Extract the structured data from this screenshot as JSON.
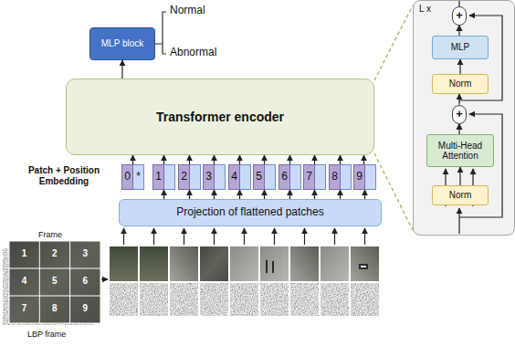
{
  "diagram": {
    "nodes": [
      {
        "text": [
          "MLP block"
        ]
      },
      {
        "text": [
          "Transformer encoder"
        ]
      },
      {
        "text": [
          "0",
          "*"
        ]
      },
      {
        "text": [
          "1"
        ]
      },
      {
        "text": [
          "2"
        ]
      },
      {
        "text": [
          "3"
        ]
      },
      {
        "text": [
          "4"
        ]
      },
      {
        "text": [
          "5"
        ]
      },
      {
        "text": [
          "6"
        ]
      },
      {
        "text": [
          "7"
        ]
      },
      {
        "text": [
          "8"
        ]
      },
      {
        "text": [
          "9"
        ]
      },
      {
        "text": [
          "Projection of flattened patches"
        ]
      },
      {
        "text": [
          "L x"
        ]
      },
      {
        "text": [
          "+"
        ],
        "in": 13
      },
      {
        "text": [
          "MLP"
        ],
        "in": 13
      },
      {
        "text": [
          "Norm"
        ],
        "in": 13
      },
      {
        "text": [
          "+"
        ],
        "in": 13
      },
      {
        "text": [
          "Multi-Head Attention"
        ],
        "in": 13
      },
      {
        "text": [
          "Norm"
        ],
        "in": 13
      }
    ],
    "edges": [
      {
        "from": 1,
        "to": 0,
        "arrow": "to"
      },
      {
        "from": 2,
        "to": 1,
        "arrow": "to"
      },
      {
        "from": 3,
        "to": 1,
        "arrow": "to"
      },
      {
        "from": 4,
        "to": 1,
        "arrow": "to"
      },
      {
        "from": 5,
        "to": 1,
        "arrow": "to"
      },
      {
        "from": 6,
        "to": 1,
        "arrow": "to"
      },
      {
        "from": 7,
        "to": 1,
        "arrow": "to"
      },
      {
        "from": 8,
        "to": 1,
        "arrow": "to"
      },
      {
        "from": 9,
        "to": 1,
        "arrow": "to"
      },
      {
        "from": 10,
        "to": 1,
        "arrow": "to"
      },
      {
        "from": 11,
        "to": 1,
        "arrow": "to"
      },
      {
        "from": 12,
        "to": 3,
        "arrow": "to"
      },
      {
        "from": 12,
        "to": 4,
        "arrow": "to"
      },
      {
        "from": 12,
        "to": 5,
        "arrow": "to"
      },
      {
        "from": 12,
        "to": 6,
        "arrow": "to"
      },
      {
        "from": 12,
        "to": 7,
        "arrow": "to"
      },
      {
        "from": 12,
        "to": 8,
        "arrow": "to"
      },
      {
        "from": 12,
        "to": 9,
        "arrow": "to"
      },
      {
        "from": 12,
        "to": 10,
        "arrow": "to"
      },
      {
        "from": 12,
        "to": 11,
        "arrow": "to"
      },
      {
        "from": 19,
        "to": 18,
        "arrow": "to"
      },
      {
        "from": 18,
        "to": 17,
        "arrow": "to"
      },
      {
        "from": 17,
        "to": 16,
        "arrow": "to"
      },
      {
        "from": 16,
        "to": 15,
        "arrow": "to"
      },
      {
        "from": 15,
        "to": 14,
        "arrow": "to"
      }
    ],
    "labels": [
      "Normal",
      "Abnormal",
      "Patch + Position Embedding",
      "Frame",
      "1",
      "2",
      "3",
      "4",
      "5",
      "6",
      "7",
      "8",
      "9",
      "LBP frame"
    ]
  }
}
